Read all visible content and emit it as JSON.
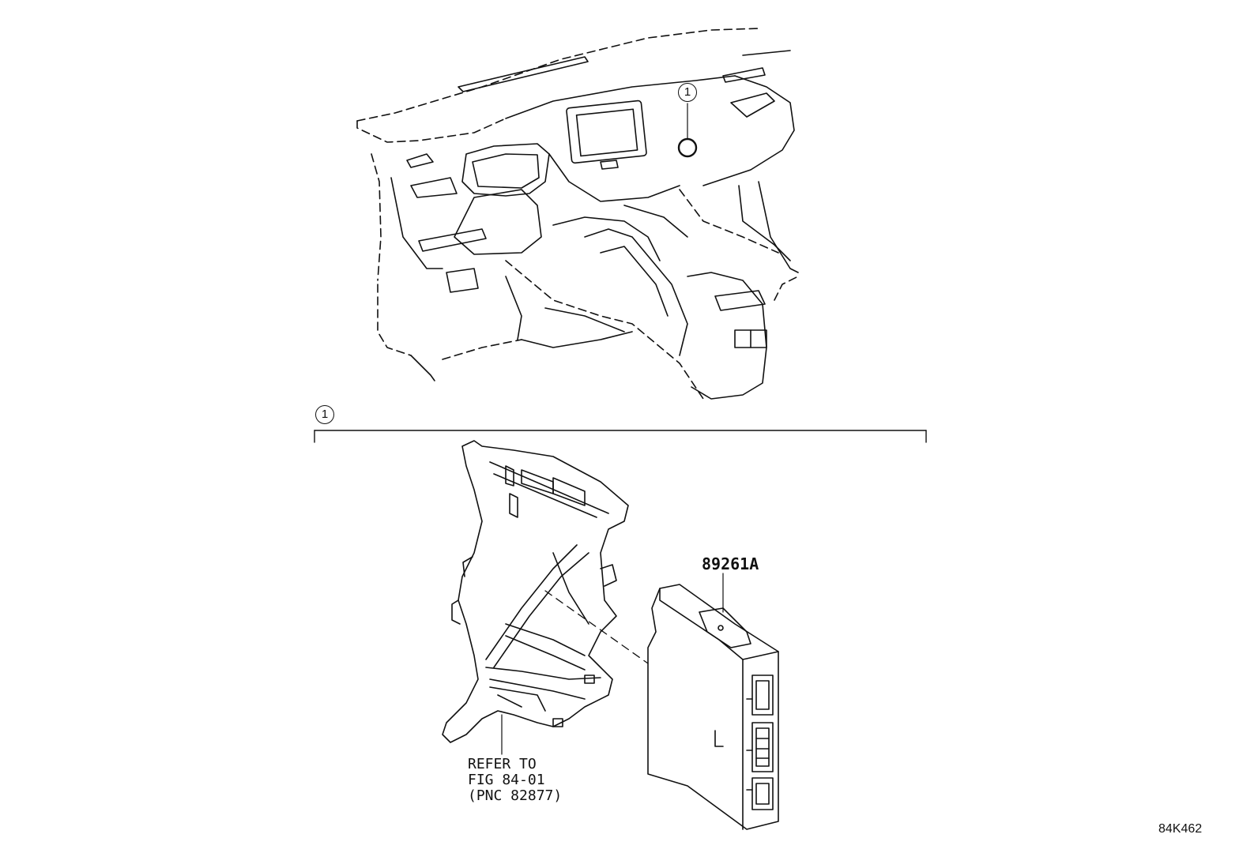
{
  "callouts": {
    "top": "1",
    "section": "1"
  },
  "part_number": "89261A",
  "reference": {
    "line1": "REFER TO",
    "line2": "FIG 84-01",
    "line3": "(PNC 82877)"
  },
  "figure_code": "84K462",
  "colors": {
    "ink": "#111111",
    "paper": "#ffffff"
  }
}
